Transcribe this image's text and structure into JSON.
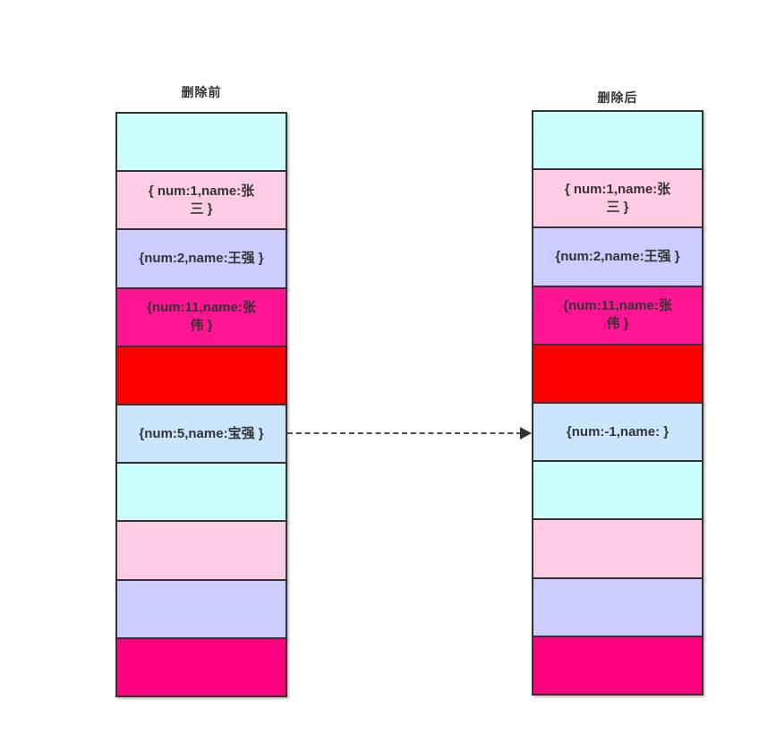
{
  "diagram": {
    "description_colors": {
      "border": "#333333",
      "text": "#333333",
      "arrow": "#4d4d4d"
    },
    "arrow": {
      "style": "dashed",
      "direction": "right",
      "from": "before-column cell {num:5,name:宝强 }",
      "to": "after-column cell {num:-1,name: }"
    }
  },
  "columns": [
    {
      "title": "删除前",
      "cells": [
        {
          "color": "#CCFFFF",
          "text": ""
        },
        {
          "color": "#FFCCE6",
          "text": "{ num:1,name:张\n三 }"
        },
        {
          "color": "#CCCCFF",
          "text": "{num:2,name:王强 }"
        },
        {
          "color": "#FF1493",
          "text": "{num:11,name:张\n伟 }"
        },
        {
          "color": "#FF0000",
          "text": ""
        },
        {
          "color": "#CCE5FF",
          "text": "{num:5,name:宝强 }"
        },
        {
          "color": "#CCFFFF",
          "text": ""
        },
        {
          "color": "#FFCCE6",
          "text": ""
        },
        {
          "color": "#CCCCFF",
          "text": ""
        },
        {
          "color": "#FF0080",
          "text": ""
        }
      ]
    },
    {
      "title": "删除后",
      "cells": [
        {
          "color": "#CCFFFF",
          "text": ""
        },
        {
          "color": "#FFCCE6",
          "text": "{ num:1,name:张\n三 }"
        },
        {
          "color": "#CCCCFF",
          "text": "{num:2,name:王强 }"
        },
        {
          "color": "#FF1493",
          "text": "{num:11,name:张\n伟 }"
        },
        {
          "color": "#FF0000",
          "text": ""
        },
        {
          "color": "#CCE5FF",
          "text": "{num:-1,name: }"
        },
        {
          "color": "#CCFFFF",
          "text": ""
        },
        {
          "color": "#FFCCE6",
          "text": ""
        },
        {
          "color": "#CCCCFF",
          "text": ""
        },
        {
          "color": "#FF0080",
          "text": ""
        }
      ]
    }
  ]
}
